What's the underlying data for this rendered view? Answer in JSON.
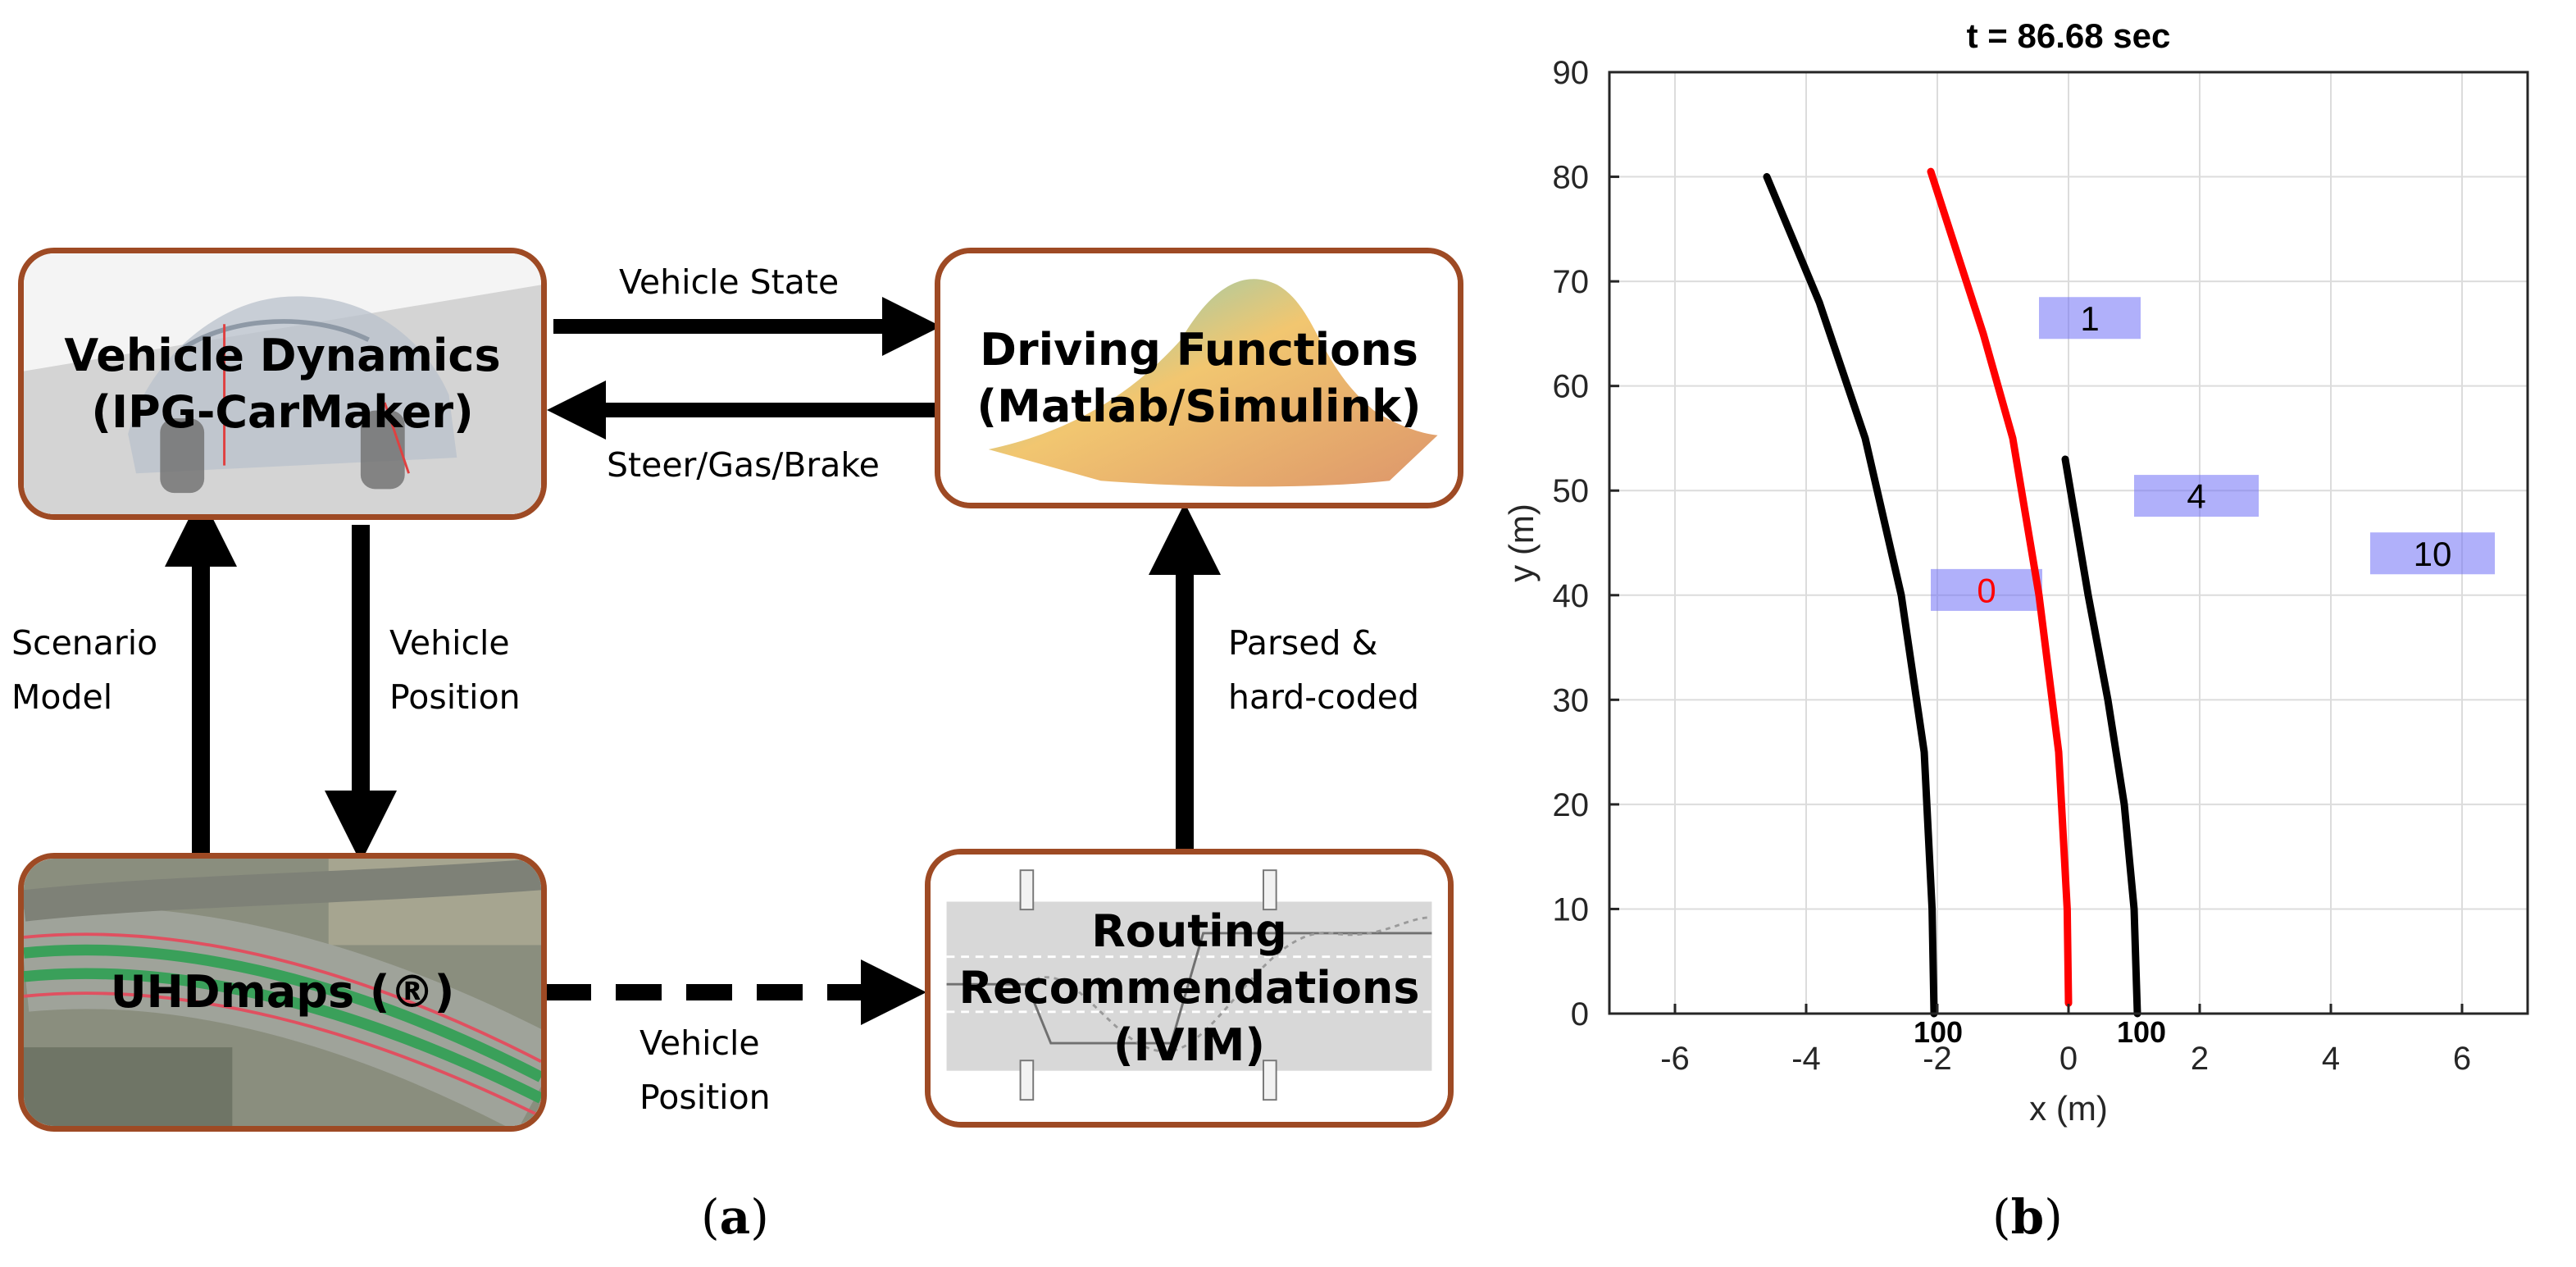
{
  "panel_a": {
    "caption": {
      "open": "(",
      "letter": "a",
      "close": ")"
    },
    "nodes": {
      "vehicle_dynamics": {
        "line1": "Vehicle Dynamics",
        "line2": "(IPG-CarMaker)"
      },
      "driving_functions": {
        "line1": "Driving Functions",
        "line2": "(Matlab/Simulink)"
      },
      "uhdmaps": {
        "line1": "UHDmaps (®)"
      },
      "routing": {
        "line1": "Routing",
        "line2": "Recommendations",
        "line3": "(IVIM)"
      }
    },
    "edges": {
      "vehicle_state": {
        "line1": "Vehicle State"
      },
      "steer_gas_brake": {
        "line1": "Steer/Gas/Brake"
      },
      "scenario_model": {
        "line1": "Scenario",
        "line2": "Model"
      },
      "vehicle_position_down": {
        "line1": "Vehicle",
        "line2": "Position"
      },
      "parsed_hard_coded": {
        "line1": "Parsed &",
        "line2": "hard-coded"
      },
      "vehicle_position_dashed": {
        "line1": "Vehicle",
        "line2": "Position"
      }
    },
    "colors": {
      "node_border": "#9e4a24",
      "arrow": "#000000"
    }
  },
  "panel_b": {
    "caption": {
      "open": "(",
      "letter": "b",
      "close": ")"
    },
    "chart_data": {
      "type": "line",
      "title": "t = 86.68 sec",
      "xlabel": "x (m)",
      "ylabel": "y (m)",
      "xlim": [
        -7,
        7
      ],
      "ylim": [
        0,
        90
      ],
      "xticks": [
        -6,
        -4,
        -2,
        0,
        2,
        4,
        6
      ],
      "yticks": [
        0,
        10,
        20,
        30,
        40,
        50,
        60,
        70,
        80,
        90
      ],
      "grid": true,
      "series": [
        {
          "color": "#000000",
          "x": [
            -2.05,
            -2.08,
            -2.2,
            -2.55,
            -3.1,
            -3.8,
            -4.6
          ],
          "y": [
            0,
            10,
            25,
            40,
            55,
            68,
            80
          ]
        },
        {
          "color": "#ff0000",
          "x": [
            0,
            -0.02,
            -0.15,
            -0.45,
            -0.85,
            -1.3,
            -2.1
          ],
          "y": [
            1,
            10,
            25,
            40,
            55,
            65,
            80.5
          ]
        },
        {
          "color": "#000000",
          "x": [
            1.05,
            1.0,
            0.85,
            0.6,
            0.3,
            -0.05
          ],
          "y": [
            0,
            10,
            20,
            30,
            40,
            53
          ]
        }
      ],
      "end_labels": [
        {
          "text": "100",
          "x": -2.05,
          "y": 0
        },
        {
          "text": "100",
          "x": 1.05,
          "y": 0
        }
      ],
      "boxes": [
        {
          "label": "1",
          "x": [
            -0.45,
            1.1
          ],
          "y": [
            64.5,
            68.5
          ],
          "text_color": "#000000"
        },
        {
          "label": "4",
          "x": [
            1.0,
            2.9
          ],
          "y": [
            47.5,
            51.5
          ],
          "text_color": "#000000"
        },
        {
          "label": "10",
          "x": [
            4.6,
            6.5
          ],
          "y": [
            42,
            46
          ],
          "text_color": "#000000"
        },
        {
          "label": "0",
          "x": [
            -2.1,
            -0.4
          ],
          "y": [
            38.5,
            42.5
          ],
          "text_color": "#ff0000"
        }
      ],
      "box_fill": "#6f6ff5"
    }
  }
}
